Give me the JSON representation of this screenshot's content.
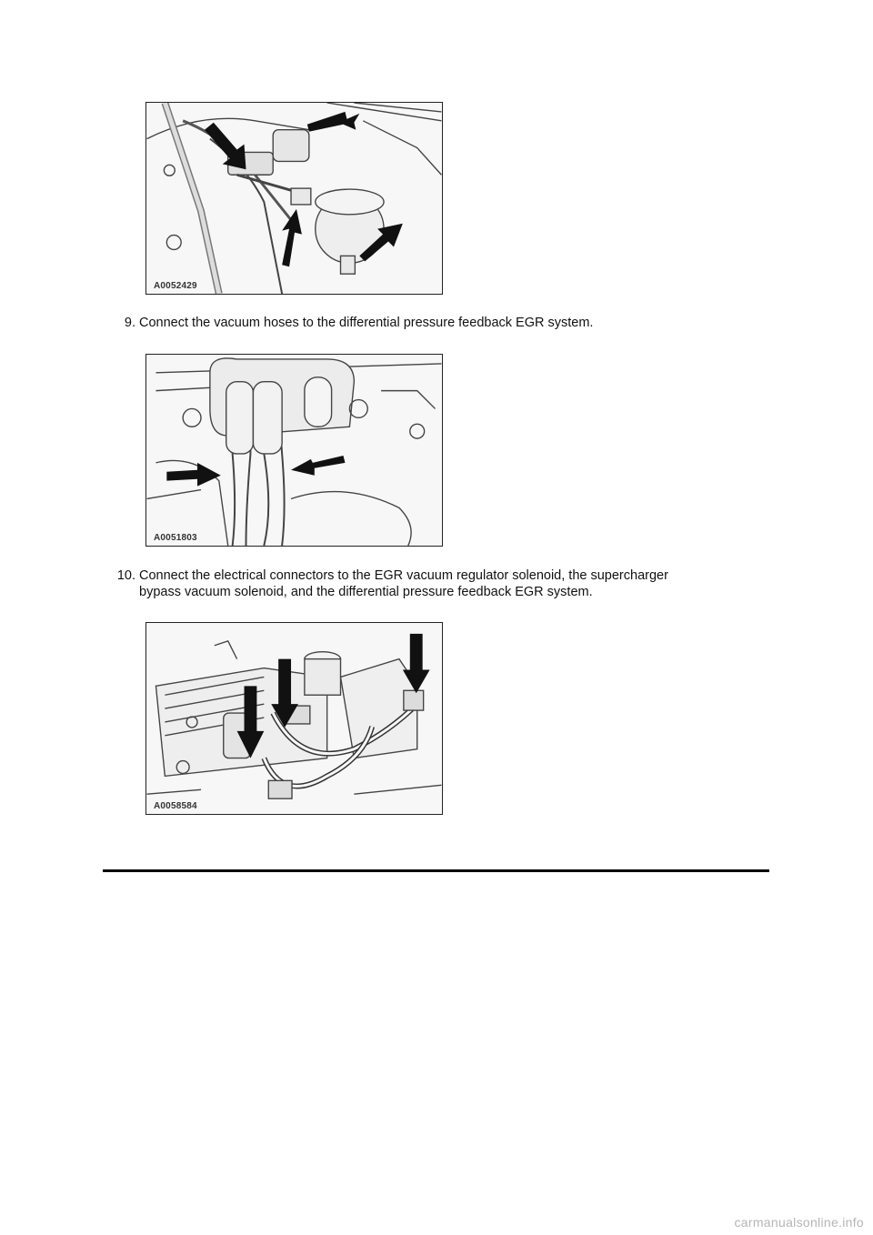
{
  "figures": [
    {
      "id": "A0052429"
    },
    {
      "id": "A0051803"
    },
    {
      "id": "A0058584"
    }
  ],
  "steps": [
    {
      "number": "9.",
      "text": "Connect the vacuum hoses to the differential pressure feedback EGR system."
    },
    {
      "number": "10.",
      "text": "Connect the electrical connectors to the EGR vacuum regulator solenoid, the supercharger",
      "text2": "bypass vacuum solenoid, and the differential pressure feedback EGR system."
    }
  ],
  "watermark": "carmanualsonline.info"
}
